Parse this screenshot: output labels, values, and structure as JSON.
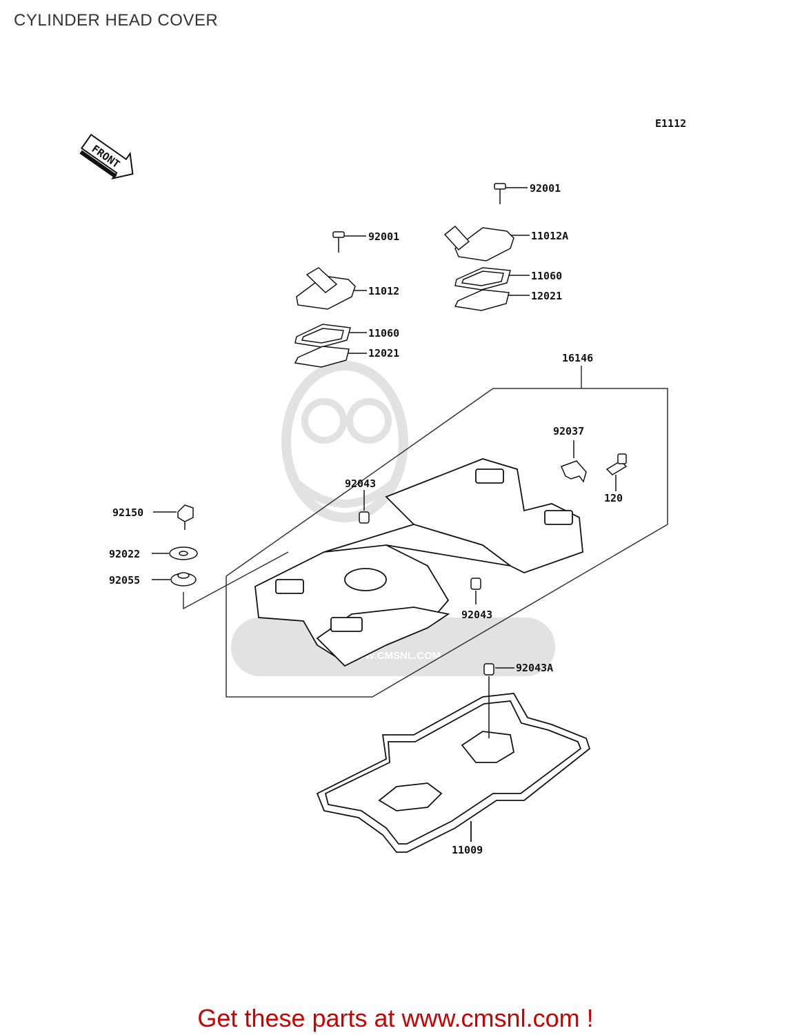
{
  "title": "CYLINDER HEAD COVER",
  "diagram_code": "E1112",
  "front_label": "FRONT",
  "watermark": "WWW.CMSNL.COM",
  "footer": "Get these parts at www.cmsnl.com !",
  "colors": {
    "footer": "#cc0000",
    "line": "#222222",
    "watermark": "#e2e2e2"
  },
  "callouts": {
    "c92001_a": "92001",
    "c11012a": "11012A",
    "c11060_a": "11060",
    "c12021_a": "12021",
    "c92001_b": "92001",
    "c11012": "11012",
    "c11060_b": "11060",
    "c12021_b": "12021",
    "c16146": "16146",
    "c92037": "92037",
    "c120": "120",
    "c92043_a": "92043",
    "c92150": "92150",
    "c92022": "92022",
    "c92055": "92055",
    "c92043_b": "92043",
    "c92043a": "92043A",
    "c11009": "11009"
  }
}
